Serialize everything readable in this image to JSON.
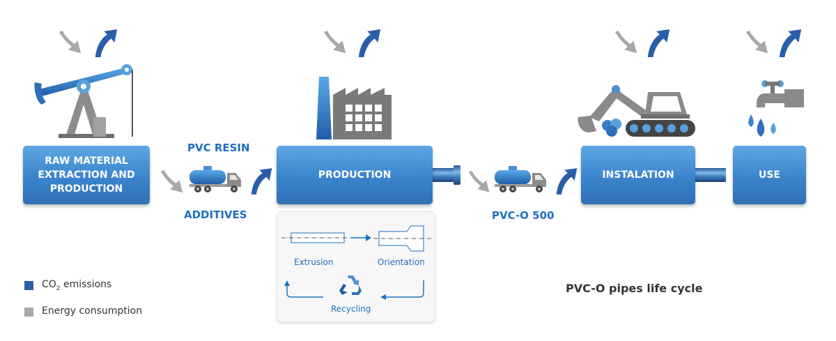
{
  "stages": {
    "raw_material": {
      "label": "RAW MATERIAL\nEXTRACTION AND\nPRODUCTION"
    },
    "production": {
      "label": "PRODUCTION"
    },
    "installation": {
      "label": "INSTALATION"
    },
    "use": {
      "label": "USE"
    }
  },
  "transport_labels": {
    "pvc_resin": "PVC RESIN",
    "additives": "ADDITIVES",
    "pvc_o_500": "PVC-O 500"
  },
  "process": {
    "extrusion": "Extrusion",
    "orientation": "Orientation",
    "recycling": "Recycling"
  },
  "legend": {
    "co2_prefix": "CO",
    "co2_subscript": "2",
    "co2_suffix": " emissions",
    "energy": "Energy consumption"
  },
  "caption": "PVC-O pipes life cycle",
  "colors": {
    "co2": "#2a5ea8",
    "energy": "#a8a8a8",
    "stage": "#3a84cc",
    "label": "#1f6fc0"
  }
}
